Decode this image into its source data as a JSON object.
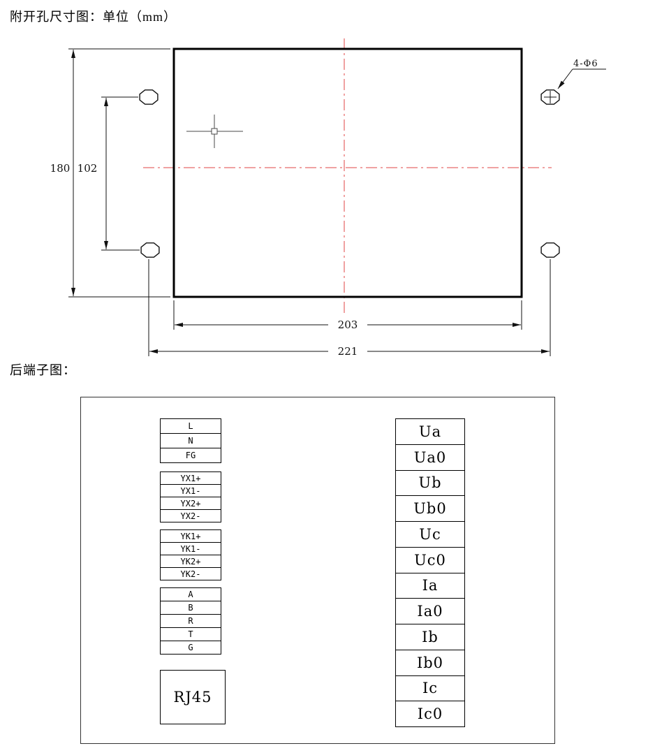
{
  "titles": {
    "cutout": "附开孔尺寸图：单位（mm）",
    "terminal": "后端子图："
  },
  "cutout_drawing": {
    "hole_callout": "4-Φ6",
    "accent_color": "#e04545",
    "dims": {
      "outer_height": "180",
      "hole_spacing_vertical": "102",
      "cutout_width": "203",
      "hole_spacing_horizontal": "221"
    }
  },
  "terminal_diagram": {
    "left_groups": [
      [
        "L",
        "N",
        "FG"
      ],
      [
        "YX1+",
        "YX1-",
        "YX2+",
        "YX2-"
      ],
      [
        "YK1+",
        "YK1-",
        "YK2+",
        "YK2-"
      ],
      [
        "A",
        "B",
        "R",
        "T",
        "G"
      ]
    ],
    "rj45_label": "RJ45",
    "right_terminals": [
      "Ua",
      "Ua0",
      "Ub",
      "Ub0",
      "Uc",
      "Uc0",
      "Ia",
      "Ia0",
      "Ib",
      "Ib0",
      "Ic",
      "Ic0"
    ]
  }
}
